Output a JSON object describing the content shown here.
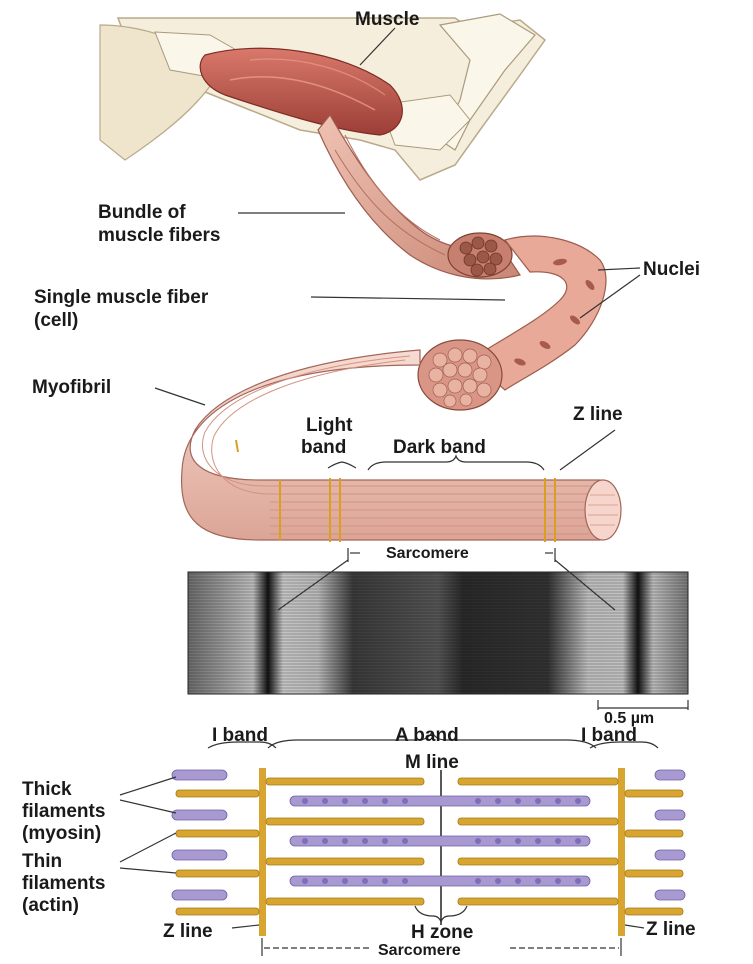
{
  "labels": {
    "muscle": "Muscle",
    "bundle_line1": "Bundle of",
    "bundle_line2": "muscle fibers",
    "nuclei": "Nuclei",
    "single_fiber_line1": "Single muscle fiber",
    "single_fiber_line2": "(cell)",
    "myofibril": "Myofibril",
    "light_band_line1": "Light",
    "light_band_line2": "band",
    "dark_band": "Dark band",
    "z_line_top": "Z line",
    "sarcomere_top": "Sarcomere",
    "scale_bar": "0.5 µm",
    "i_band_left": "I band",
    "a_band": "A band",
    "i_band_right": "I band",
    "m_line": "M line",
    "thick_line1": "Thick",
    "thick_line2": "filaments",
    "thick_line3": "(myosin)",
    "thin_line1": "Thin",
    "thin_line2": "filaments",
    "thin_line3": "(actin)",
    "z_line_bottom_left": "Z line",
    "h_zone": "H zone",
    "z_line_bottom_right": "Z line",
    "sarcomere_bottom": "Sarcomere"
  },
  "colors": {
    "muscle_red": "#b5524a",
    "fiber_pink": "#e8b4a4",
    "myofibril_pink": "#f2cfc4",
    "band_line": "#d9a020",
    "bone": "#f5eedc",
    "actin_gold": "#d8a630",
    "myosin_violet": "#a89ad0",
    "micrograph_dark": "#2b2b2b"
  }
}
